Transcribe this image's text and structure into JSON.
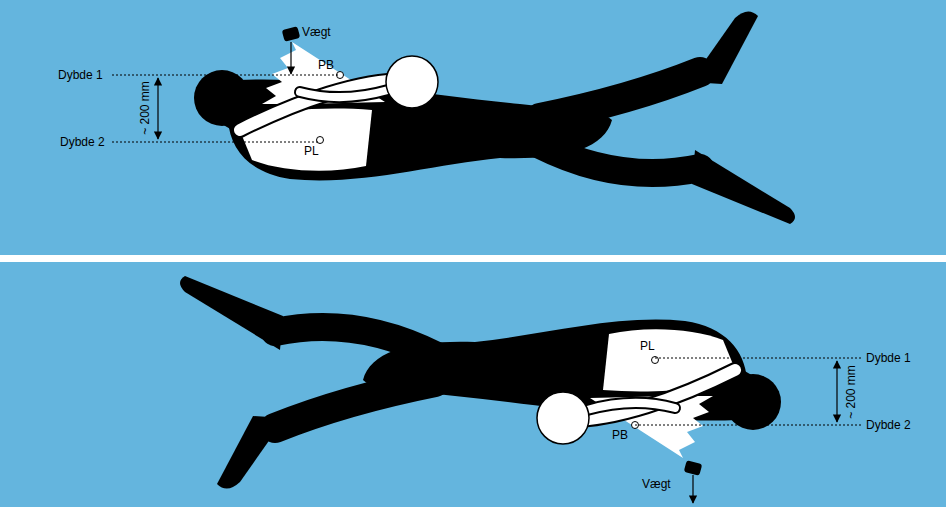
{
  "diagram": {
    "labels": [
      "Vægt",
      "Dybde 1",
      "PB",
      "~ 200 mm",
      "Dybde 2",
      "PL",
      "PL",
      "Dybde 1",
      "~ 200 mm",
      "Dybde 2",
      "PB",
      "Vægt"
    ]
  }
}
